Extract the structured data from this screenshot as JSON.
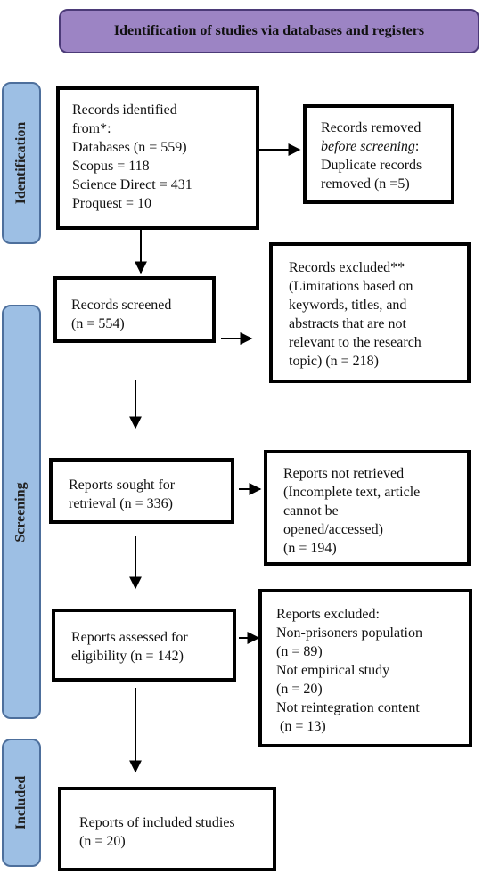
{
  "header": {
    "title": "Identification of studies via databases and registers"
  },
  "phases": {
    "identification": "Identification",
    "screening": "Screening",
    "included": "Included"
  },
  "boxes": {
    "records_identified": {
      "lines": [
        "Records identified",
        "from*:",
        "Databases (n = 559)",
        "Scopus = 118",
        "Science Direct = 431",
        "Proquest = 10"
      ]
    },
    "records_removed": {
      "line1": "Records removed",
      "line2_italic": "before screening",
      "line2_tail": ":",
      "line3": "Duplicate records",
      "line4": "removed  (n =5)"
    },
    "records_screened": {
      "lines": [
        "Records screened",
        "(n =  554)"
      ]
    },
    "records_excluded": {
      "lines": [
        "Records excluded**",
        "(Limitations based on",
        "keywords, titles, and",
        "abstracts that are not",
        "relevant to the research",
        "topic) (n = 218)"
      ]
    },
    "reports_sought": {
      "lines": [
        "Reports sought for",
        "retrieval (n = 336)"
      ]
    },
    "reports_not_retrieved": {
      "lines": [
        "Reports not retrieved",
        "(Incomplete text, article",
        "cannot be",
        "opened/accessed)",
        "(n = 194)"
      ]
    },
    "reports_assessed": {
      "lines": [
        "Reports assessed for",
        "eligibility (n = 142)"
      ]
    },
    "reports_excluded": {
      "lines": [
        "Reports excluded:",
        "Non-prisoners population",
        "(n = 89)",
        "Not empirical study",
        "(n = 20)",
        "Not reintegration content",
        " (n = 13)"
      ]
    },
    "reports_included": {
      "lines": [
        "Reports of included studies",
        "(n = 20)"
      ]
    }
  }
}
